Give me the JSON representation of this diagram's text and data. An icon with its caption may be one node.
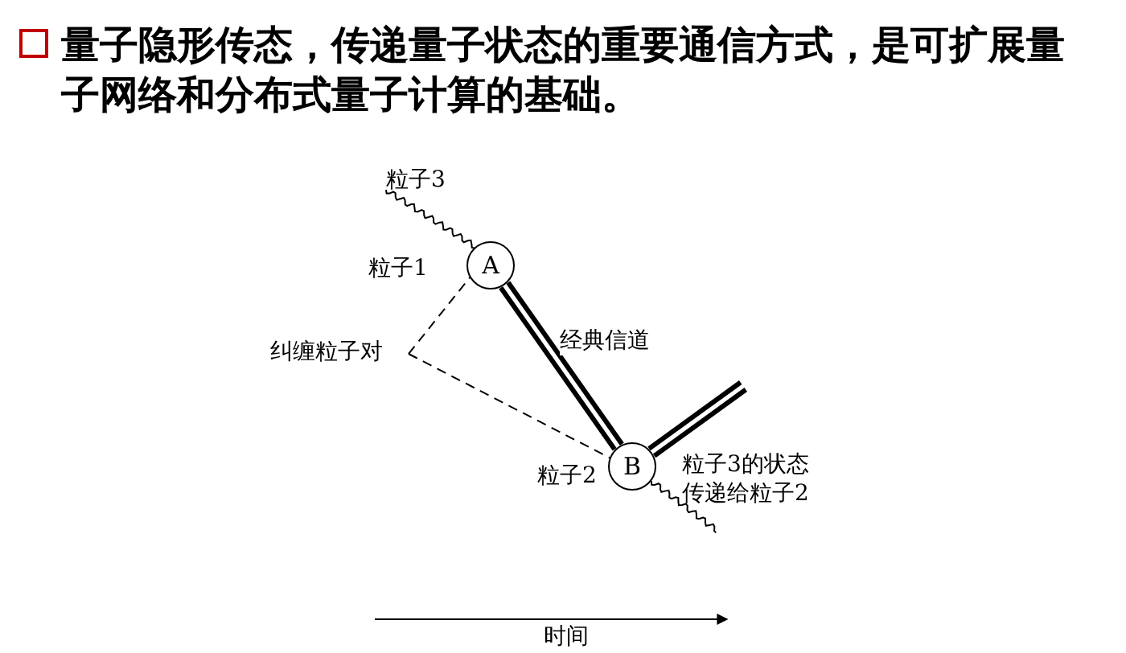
{
  "diagram": {
    "title": "量子隐形传态，传递量子状态的重要通信方式，是可扩展量子网络和分布式量子计算的基础。",
    "nodes": [
      {
        "text": [
          "粒子3"
        ]
      },
      {
        "text": [
          "A"
        ],
        "beside": [
          "粒子1"
        ]
      },
      {
        "text": [
          "纠缠粒子对"
        ]
      },
      {
        "text": [
          "B"
        ],
        "beside": [
          "粒子2",
          "粒子3的状态传递给粒子2"
        ]
      }
    ],
    "edges": [
      {
        "from": 0,
        "to": 1,
        "arrow": "none"
      },
      {
        "from": 2,
        "to": 1,
        "arrow": "none",
        "style": "dashed"
      },
      {
        "from": 2,
        "to": 3,
        "arrow": "none",
        "style": "dashed"
      },
      {
        "from": 1,
        "to": 3,
        "arrow": "none",
        "style": "thick",
        "label": "经典信道"
      },
      {
        "from": 3,
        "to": null,
        "arrow": "none",
        "style": "thick"
      },
      {
        "from": 3,
        "to": null,
        "arrow": "none"
      }
    ],
    "labels": [
      "时间"
    ]
  }
}
